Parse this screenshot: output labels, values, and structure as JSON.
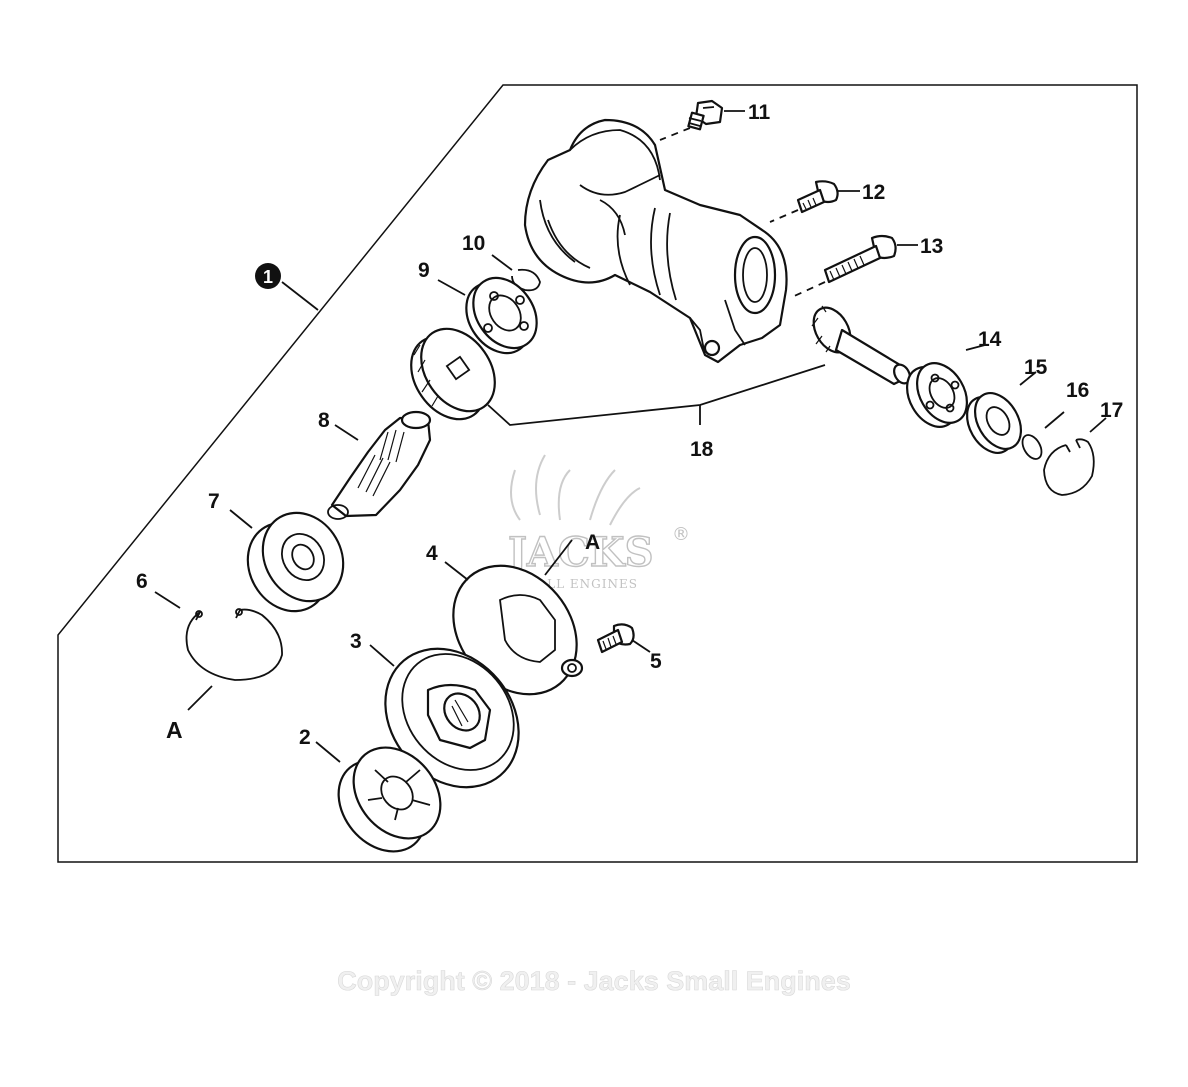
{
  "diagram": {
    "assembly_marker": "1",
    "section_marker": "A",
    "callouts": {
      "p2": "2",
      "p3": "3",
      "p4": "4",
      "p5": "5",
      "p6": "6",
      "p7": "7",
      "p8": "8",
      "p9": "9",
      "p10": "10",
      "p11": "11",
      "p12": "12",
      "p13": "13",
      "p14": "14",
      "p15": "15",
      "p16": "16",
      "p17": "17",
      "p18": "18"
    }
  },
  "watermark": {
    "brand": "JACKS",
    "registered_mark": "®",
    "tagline": "SMALL ENGINES",
    "copyright": "Copyright © 2018 - Jacks Small Engines"
  },
  "colors": {
    "line": "#111111",
    "background": "#ffffff",
    "watermark": "#bbbbbb"
  }
}
